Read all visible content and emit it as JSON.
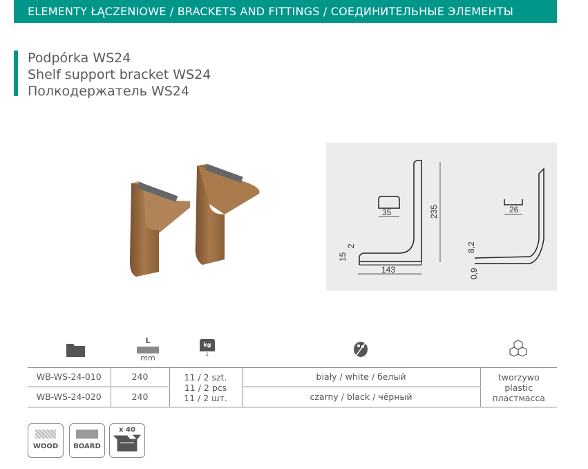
{
  "header": {
    "title": "ELEMENTY ŁĄCZENIOWE / BRACKETS AND FITTINGS / СОЕДИНИТЕЛЬНЫЕ ЭЛЕМЕНТЫ"
  },
  "product": {
    "title_pl": "Podpórka WS24",
    "title_en": "Shelf support bracket WS24",
    "title_ru": "Полкодержатель WS24"
  },
  "drawing": {
    "width_front": "35",
    "height": "235",
    "length": "143",
    "dim_15": "15",
    "dim_2": "2",
    "width_side": "26",
    "dim_82": "8,2",
    "dim_09": "0,9"
  },
  "icons": {
    "length_label": "L",
    "length_unit": "mm",
    "weight_label": "kg"
  },
  "table": {
    "rows": [
      {
        "code": "WB-WS-24-010",
        "length": "240",
        "color": "biały / white / белый"
      },
      {
        "code": "WB-WS-24-020",
        "length": "240",
        "color": "czarny / black / чёрный"
      }
    ],
    "load": [
      "11 / 2 szt.",
      "11 / 2 pcs",
      "11 / 2 шт."
    ],
    "material": [
      "tworzywo",
      "plastic",
      "пластмасса"
    ]
  },
  "badges": {
    "wood": "WOOD",
    "board": "BOARD",
    "box_qty": "x 40"
  },
  "colors": {
    "accent": "#00968a",
    "bracket": "#9a6b40"
  }
}
